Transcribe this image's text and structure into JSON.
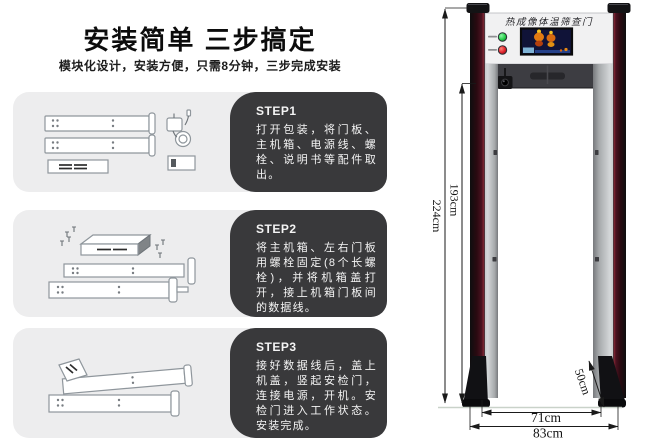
{
  "left_panel": {
    "title": "安装简单 三步搞定",
    "subtitle": "模块化设计，安装方便，只需8分钟，三步完成安装",
    "steps": [
      {
        "label": "STEP1",
        "text": "打开包装，将门板、主机箱、电源线、螺栓、说明书等配件取出。"
      },
      {
        "label": "STEP2",
        "text": "将主机箱、左右门板用螺栓固定(8个长螺栓)，并将机箱盖打开，接上机箱门板间的数据线。"
      },
      {
        "label": "STEP3",
        "text": "接好数据线后，盖上机盖，竖起安检门，连接电源，开机。安检门进入工作状态。安装完成。"
      }
    ]
  },
  "door": {
    "header_title": "热成像体温筛查门",
    "dimensions": {
      "outer_height": "224cm",
      "inner_height": "193cm",
      "base_depth": "50cm",
      "inner_width": "71cm",
      "outer_width": "83cm"
    },
    "indicator_colors": {
      "green": "#2bd14e",
      "red": "#e0232e"
    }
  },
  "colors": {
    "card_bg": "#ededee",
    "step_panel_bg": "#39393b",
    "step_text": "#f4f4f4"
  }
}
